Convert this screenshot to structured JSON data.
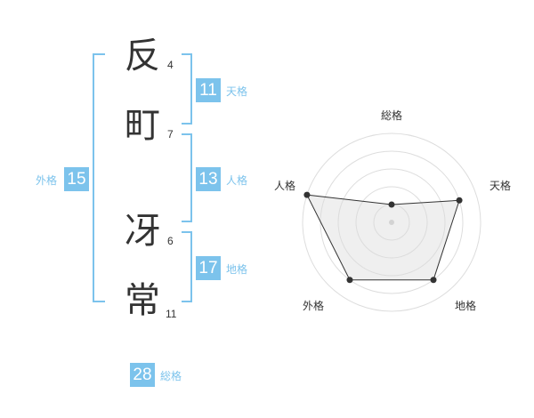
{
  "name": {
    "characters": [
      {
        "char": "反",
        "strokes": "4"
      },
      {
        "char": "町",
        "strokes": "7"
      },
      {
        "char": "冴",
        "strokes": "6"
      },
      {
        "char": "常",
        "strokes": "11"
      }
    ]
  },
  "fortunes": {
    "tenkaku": {
      "value": "11",
      "label": "天格"
    },
    "jinkaku": {
      "value": "13",
      "label": "人格"
    },
    "chikaku": {
      "value": "17",
      "label": "地格"
    },
    "gaikaku": {
      "value": "15",
      "label": "外格"
    },
    "soukaku": {
      "value": "28",
      "label": "総格"
    }
  },
  "colors": {
    "accent": "#7cc3ec",
    "text": "#333333"
  },
  "chart_data": {
    "type": "radar",
    "axes": [
      "総格",
      "天格",
      "地格",
      "外格",
      "人格"
    ],
    "values": [
      1,
      4,
      4,
      4,
      5
    ],
    "rmax": 5,
    "rings": 5
  }
}
